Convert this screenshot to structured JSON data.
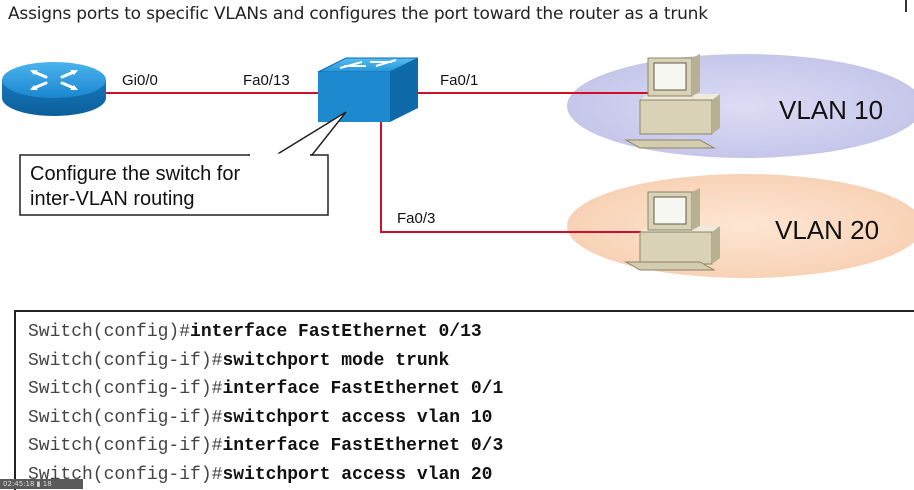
{
  "slide": {
    "title": "Assigns ports to specific VLANs and configures the port toward the router as a trunk"
  },
  "diagram": {
    "ports": {
      "router_port": "Gi0/0",
      "switch_uplink": "Fa0/13",
      "switch_port_vlan10": "Fa0/1",
      "switch_port_vlan20": "Fa0/3"
    },
    "vlans": [
      {
        "label": "VLAN 10",
        "color": "#c9c9ec"
      },
      {
        "label": "VLAN 20",
        "color": "#fbd9bf"
      }
    ],
    "callout": {
      "line1": "Configure the switch for",
      "line2": "inter-VLAN routing"
    },
    "colors": {
      "link": "#d0102a",
      "device_blue": "#1a8fd6",
      "pc_beige": "#d9d2b6"
    },
    "icons": [
      "router-icon",
      "switch-icon",
      "pc-icon",
      "pc-icon"
    ]
  },
  "cli": {
    "lines": [
      {
        "prompt": "Switch(config)#",
        "command": "interface FastEthernet 0/13"
      },
      {
        "prompt": "Switch(config-if)#",
        "command": "switchport mode trunk"
      },
      {
        "prompt": "Switch(config-if)#",
        "command": "interface FastEthernet 0/1"
      },
      {
        "prompt": "Switch(config-if)#",
        "command": "switchport access vlan 10"
      },
      {
        "prompt": "Switch(config-if)#",
        "command": "interface FastEthernet 0/3"
      },
      {
        "prompt": "Switch(config-if)#",
        "command": "switchport access vlan 20"
      }
    ]
  },
  "status_bar": {
    "text": "02:45:18 ▮ 18"
  }
}
